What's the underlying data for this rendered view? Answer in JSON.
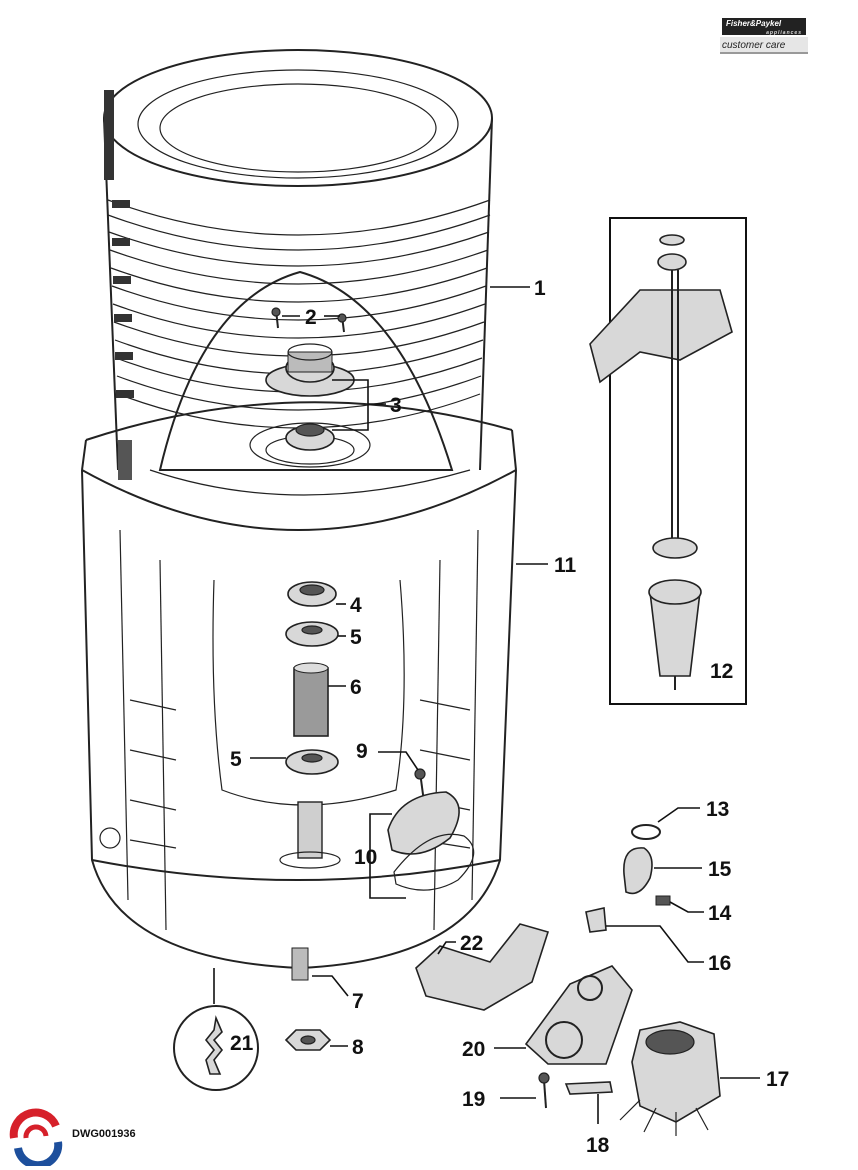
{
  "brand": {
    "line1": "Fisher&Paykel",
    "line2": "appliances",
    "line3": "customer care"
  },
  "drawing_id": "DWG001936",
  "callouts": [
    "1",
    "2",
    "3",
    "4",
    "5",
    "6",
    "5",
    "7",
    "8",
    "9",
    "10",
    "11",
    "12",
    "13",
    "14",
    "15",
    "16",
    "17",
    "18",
    "19",
    "20",
    "21",
    "22"
  ],
  "colors": {
    "ink": "#111111",
    "shade": "#d8d8d8",
    "logo_red": "#d6202a",
    "logo_blue": "#1d4f9c"
  }
}
